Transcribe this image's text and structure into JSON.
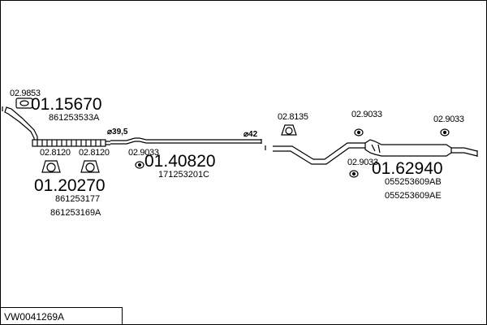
{
  "diagram": {
    "drawing_id": "VW0041269A",
    "components": [
      {
        "id": "front-pipe",
        "main_number": "01.15670",
        "oem_numbers": [
          "861253533A"
        ],
        "clamp_code": "02.9853"
      },
      {
        "id": "flexible-pipe",
        "main_number": "01.20270",
        "oem_numbers": [
          "861253177",
          "861253169A"
        ],
        "gasket_codes": [
          "02.8120",
          "02.8120"
        ],
        "diameter_label": "⌀39,5"
      },
      {
        "id": "centre-pipe",
        "main_number": "01.40820",
        "oem_numbers": [
          "171253201C"
        ],
        "mount_code": "02.9033",
        "diameter_label": "⌀42"
      },
      {
        "id": "rear-silencer",
        "main_number": "01.62940",
        "oem_numbers": [
          "055253609AB",
          "055253609AE"
        ],
        "mount_codes": [
          "02.8135",
          "02.9033",
          "02.9033",
          "02.9033"
        ]
      }
    ]
  }
}
